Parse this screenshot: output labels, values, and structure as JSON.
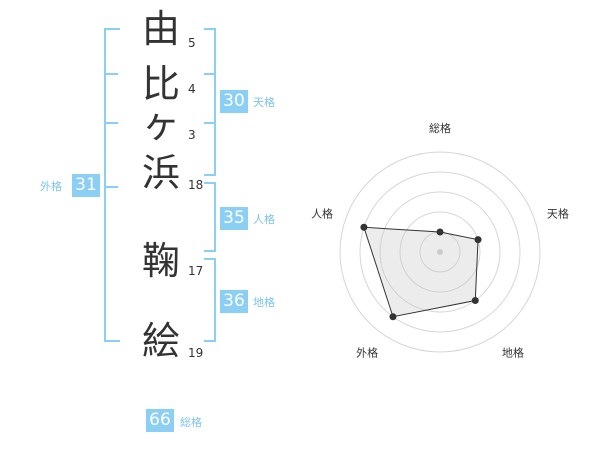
{
  "name": {
    "chars": [
      {
        "char": "由",
        "strokes": "5"
      },
      {
        "char": "比",
        "strokes": "4"
      },
      {
        "char": "ヶ",
        "strokes": "3"
      },
      {
        "char": "浜",
        "strokes": "18"
      },
      {
        "char": "鞠",
        "strokes": "17"
      },
      {
        "char": "絵",
        "strokes": "19"
      }
    ]
  },
  "kaku": {
    "tenkaku": {
      "value": "30",
      "label": "天格"
    },
    "jinkaku": {
      "value": "35",
      "label": "人格"
    },
    "chikaku": {
      "value": "36",
      "label": "地格"
    },
    "gaikaku": {
      "value": "31",
      "label": "外格"
    },
    "soukaku": {
      "value": "66",
      "label": "総格"
    }
  },
  "colors": {
    "accent": "#8ccff5",
    "label": "#7cc3ee",
    "text": "#333333"
  },
  "chart_data": {
    "type": "radar",
    "axes": [
      "総格",
      "天格",
      "地格",
      "外格",
      "人格"
    ],
    "values": [
      1,
      2,
      3,
      4,
      4
    ],
    "max": 5,
    "rings": 5
  }
}
